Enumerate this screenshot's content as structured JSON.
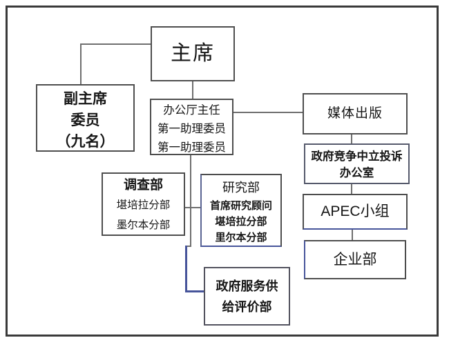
{
  "figure": {
    "type": "org-chart",
    "language": "zh",
    "nodes": {
      "chairman": {
        "label": "主席"
      },
      "vice_chairman": {
        "lines": [
          "副主席",
          "委员",
          "（九名）"
        ]
      },
      "general_office": {
        "lines": [
          "办公厅主任",
          "第一助理委员",
          "第一助理委员"
        ]
      },
      "media_publishing": {
        "label": "媒体出版"
      },
      "competition_complaint_office": {
        "lines": [
          "政府竞争中立投诉",
          "办公室"
        ]
      },
      "apec_group": {
        "label": "APEC小组"
      },
      "enterprise_dept": {
        "label": "企业部"
      },
      "investigation_dept": {
        "title": "调查部",
        "lines": [
          "堪培拉分部",
          "墨尔本分部"
        ]
      },
      "research_dept": {
        "title": "研究部",
        "lines": [
          "首席研究顾问",
          "堪培拉分部",
          "里尔本分部"
        ]
      },
      "gov_service_eval_dept": {
        "lines": [
          "政府服务供",
          "给评价部"
        ]
      }
    },
    "colors": {
      "background": "#ffffff",
      "frame_border": "#3a3a3a",
      "box_border": "#4d4d4d",
      "connector": "#6e6e6e",
      "accent_navy": "#46549a",
      "text": "#161616"
    }
  }
}
